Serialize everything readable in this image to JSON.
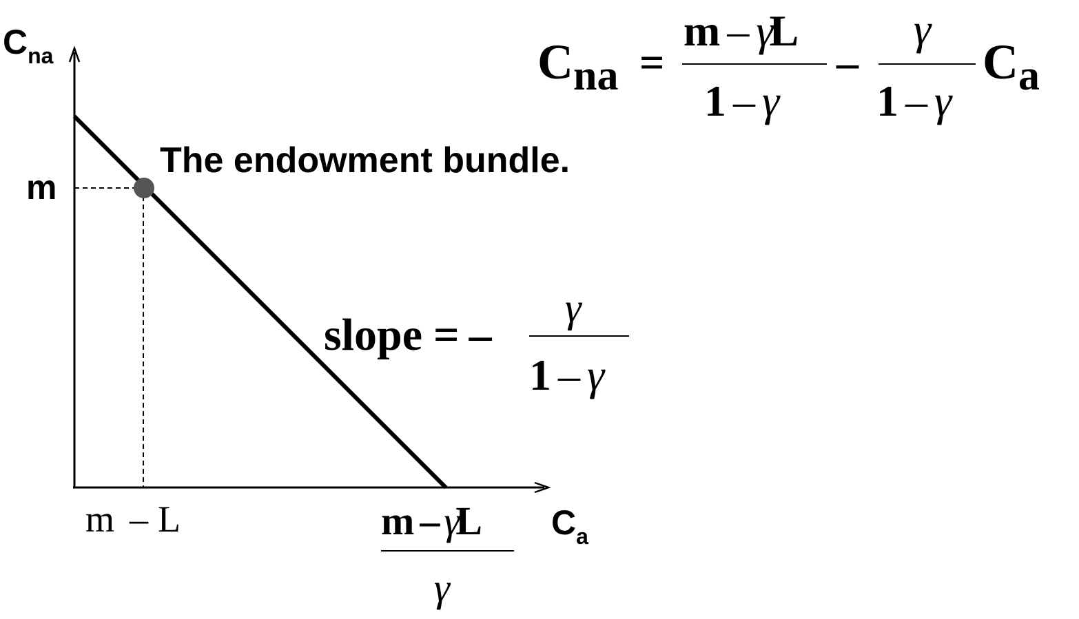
{
  "axes": {
    "y_label": {
      "main": "C",
      "sub": "na"
    },
    "x_label": {
      "main": "C",
      "sub": "a"
    }
  },
  "ticks": {
    "y_value": "m",
    "x_value": {
      "m": "m",
      "minus": "–",
      "L": "L"
    }
  },
  "annotation": {
    "endowment_label": "The endowment bundle."
  },
  "x_intercept": {
    "numerator": {
      "m": "m",
      "minus": "–",
      "gamma": "γ",
      "L": "L"
    },
    "denominator": "γ"
  },
  "slope_label": {
    "word": "slope",
    "equals": "=",
    "minus": "–",
    "numerator": "γ",
    "denominator": {
      "one": "1",
      "minus": "–",
      "gamma": "γ"
    }
  },
  "equation": {
    "lhs": {
      "main": "C",
      "sub": "na"
    },
    "equals": "=",
    "frac1": {
      "numerator": {
        "m": "m",
        "minus": "–",
        "gamma": "γ",
        "L": "L"
      },
      "denominator": {
        "one": "1",
        "minus": "–",
        "gamma": "γ"
      }
    },
    "minus": "–",
    "frac2": {
      "numerator": "γ",
      "denominator": {
        "one": "1",
        "minus": "–",
        "gamma": "γ"
      }
    },
    "rhs": {
      "main": "C",
      "sub": "a"
    }
  },
  "colors": {
    "line": "#000000",
    "dot": "#555555",
    "text": "#000000"
  },
  "icons": {
    "y_arrow": "arrow-up-icon",
    "x_arrow": "arrow-right-icon"
  }
}
